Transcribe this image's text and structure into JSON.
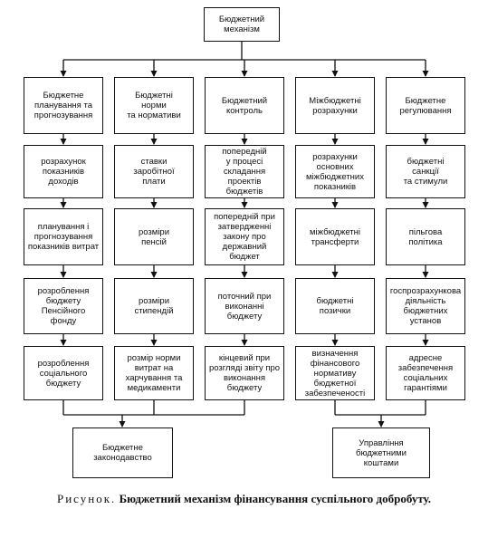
{
  "diagram": {
    "root": "Бюджетний\nмеханізм",
    "columns": [
      {
        "title": "Бюджетне\nпланування та\nпрогнозування",
        "items": [
          "розрахунок\nпоказників\nдоходів",
          "планування і\nпрогнозування\nпоказників витрат",
          "розроблення\nбюджету\nПенсійного\nфонду",
          "розроблення\nсоціального\nбюджету"
        ]
      },
      {
        "title": "Бюджетні\nнорми\nта нормативи",
        "items": [
          "ставки\nзаробітної\nплати",
          "розміри\nпенсій",
          "розміри\nстипендій",
          "розмір норми\nвитрат на\nхарчування та\nмедикаменти"
        ]
      },
      {
        "title": "Бюджетний\nконтроль",
        "items": [
          "попередній\nу процесі\nскладання\nпроектів бюджетів",
          "попередній при\nзатвердженні\nзакону про\nдержавний\nбюджет",
          "поточний при\nвиконанні\nбюджету",
          "кінцевий при\nрозгляді звіту про\nвиконання\nбюджету"
        ]
      },
      {
        "title": "Міжбюджетні\nрозрахунки",
        "items": [
          "розрахунки\nосновних\nміжбюджетних\nпоказників",
          "міжбюджетні\nтрансферти",
          "бюджетні\nпозички",
          "визначення\nфінансового\nнормативу\nбюджетної\nзабезпеченості"
        ]
      },
      {
        "title": "Бюджетне\nрегулювання",
        "items": [
          "бюджетні\nсанкції\nта стимули",
          "пільгова\nполітика",
          "госпрозрахункова\nдіяльність\nбюджетних\nустанов",
          "адресне\nзабезпечення\nсоціальних\nгарантіями"
        ]
      }
    ],
    "bottom": [
      "Бюджетне\nзаконодавство",
      "Управління\nбюджетними\nкоштами"
    ]
  },
  "caption": {
    "label": "Рисунок.",
    "text": "Бюджетний механізм фінансування суспільного добробуту."
  }
}
